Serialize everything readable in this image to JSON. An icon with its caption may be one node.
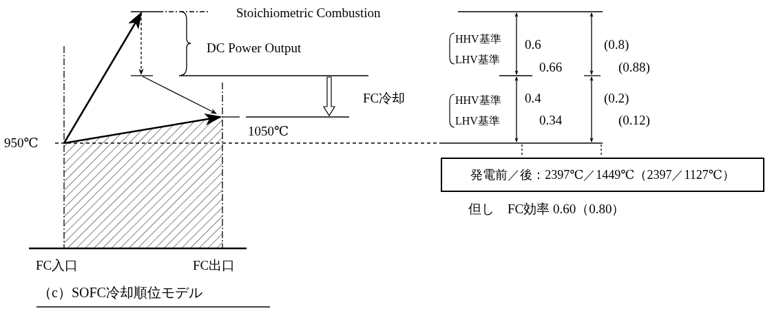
{
  "diagram": {
    "caption": "（c）SOFC冷却順位モデル",
    "nodes": [
      {
        "text": [
          "発電前／後：2397℃／1449℃（2397／1127℃）"
        ]
      }
    ],
    "labels": [
      "Stoichiometric Combustion",
      "DC Power Output",
      "HHV基準",
      "0.6",
      "(0.8)",
      "LHV基準",
      "0.66",
      "(0.88)",
      "FC冷却",
      "HHV基準",
      "0.4",
      "(0.2)",
      "LHV基準",
      "0.34",
      "(0.12)",
      "1050℃",
      "950℃",
      "但し　FC効率 0.60（0.80）",
      "FC入口",
      "FC出口"
    ]
  }
}
